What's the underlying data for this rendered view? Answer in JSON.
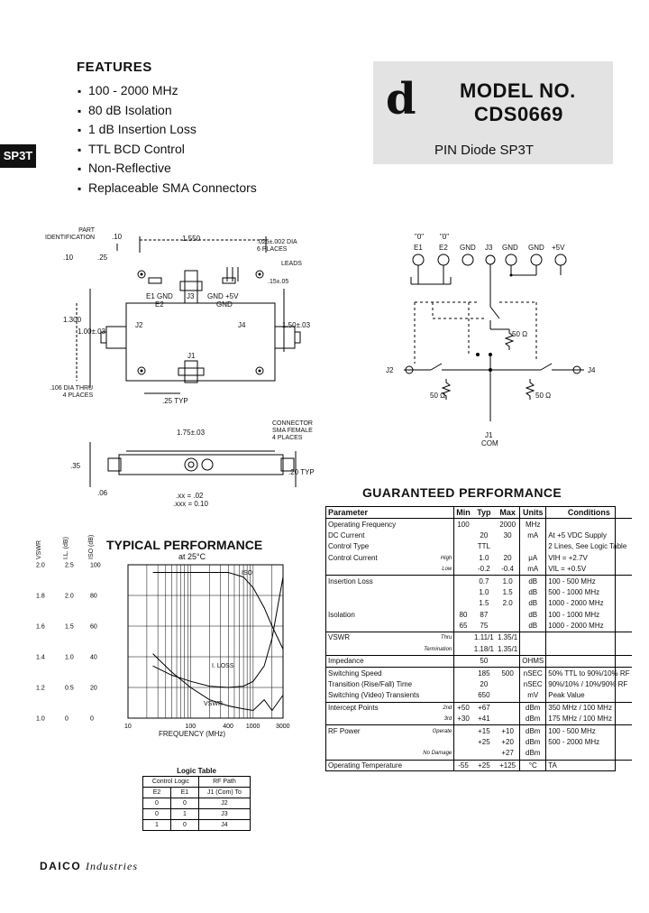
{
  "features": {
    "title": "FEATURES",
    "items": [
      "100 - 2000 MHz",
      "80 dB Isolation",
      "1 dB Insertion Loss",
      "TTL BCD Control",
      "Non-Reflective",
      "Replaceable SMA Connectors"
    ]
  },
  "side_tab": "SP3T",
  "model": {
    "logo": "d",
    "label": "MODEL NO.",
    "number": "CDS0669",
    "description": "PIN Diode SP3T"
  },
  "outline": {
    "part_id": "PART\nIDENTIFICATION",
    "d10": ".10",
    "d1550": "1.550",
    "dia": ".025±.002 DIA\n6 PLACES",
    "leads": "LEADS",
    "d15": ".15±.05",
    "d10b": ".10",
    "d25": ".25",
    "pins_left": "E1  GND",
    "e2": "E2",
    "j3": "J3",
    "gnd5v": "GND +5V",
    "gnd": "GND",
    "j2": "J2",
    "j4": "J4",
    "j1": "J1",
    "d1300": "1.300",
    "d100": "1.00±.03",
    "d150": "1.50±.03",
    "holes": ".106 DIA THRU\n4 PLACES",
    "d25typ": ".25 TYP",
    "d175": "1.75±.03",
    "connector": "CONNECTOR\nSMA FEMALE\n4 PLACES",
    "d35": ".35",
    "d20typ": ".20 TYP",
    "d06": ".06",
    "tol1": ".xx = .02",
    "tol2": ".xxx = 0.10"
  },
  "schematic": {
    "zero1": "\"0\"",
    "zero2": "\"0\"",
    "pins": [
      "E1",
      "E2",
      "GND",
      "J3",
      "GND",
      "GND",
      "+5V"
    ],
    "j2": "J2",
    "j4": "J4",
    "j1": "J1",
    "com": "COM",
    "r_top": "50 Ω",
    "r_left": "50 Ω",
    "r_right": "50 Ω"
  },
  "graph": {
    "title": "TYPICAL PERFORMANCE",
    "subtitle": "at 25°C",
    "axis_vswr": "VSWR",
    "axis_il": "I.L. (dB)",
    "axis_iso": "ISO (dB)",
    "vswr_ticks": [
      "2.0",
      "1.8",
      "1.6",
      "1.4",
      "1.2",
      "1.0"
    ],
    "il_ticks": [
      "2.5",
      "2.0",
      "1.5",
      "1.0",
      "0.5",
      "0"
    ],
    "iso_ticks": [
      "100",
      "80",
      "60",
      "40",
      "20",
      "0"
    ],
    "x_ticks": [
      "10",
      "100",
      "400",
      "1000",
      "3000"
    ],
    "xlabel": "FREQUENCY (MHz)",
    "label_iso": "ISO",
    "label_il": "I. LOSS",
    "label_vswr": "VSWR"
  },
  "chart_data": {
    "type": "line",
    "title": "TYPICAL PERFORMANCE",
    "subtitle": "at 25°C",
    "xlabel": "FREQUENCY (MHz)",
    "xscale": "log",
    "xlim": [
      10,
      3000
    ],
    "series": [
      {
        "name": "ISO",
        "axis": "ISO (dB)",
        "ylim": [
          0,
          100
        ],
        "x": [
          25,
          100,
          400,
          700,
          1000,
          1500,
          2000,
          3000
        ],
        "y": [
          95,
          95,
          95,
          92,
          85,
          72,
          60,
          45
        ]
      },
      {
        "name": "I. LOSS",
        "axis": "I.L. (dB)",
        "ylim": [
          0,
          2.5
        ],
        "x": [
          25,
          50,
          100,
          200,
          400,
          700,
          1000,
          1500,
          2000,
          3000
        ],
        "y": [
          0.85,
          0.7,
          0.6,
          0.52,
          0.5,
          0.52,
          0.6,
          0.85,
          1.3,
          2.3
        ]
      },
      {
        "name": "VSWR",
        "axis": "VSWR",
        "ylim": [
          1.0,
          2.0
        ],
        "x": [
          25,
          50,
          100,
          200,
          400,
          700,
          1000,
          1500,
          2000,
          3000
        ],
        "y": [
          1.42,
          1.3,
          1.2,
          1.12,
          1.08,
          1.06,
          1.05,
          1.12,
          1.05,
          1.15
        ]
      }
    ]
  },
  "performance": {
    "title": "GUARANTEED PERFORMANCE",
    "headers": [
      "Parameter",
      "",
      "Min",
      "Typ",
      "Max",
      "Units",
      "Conditions"
    ],
    "rows": [
      [
        "Operating Frequency",
        "",
        "100",
        "",
        "2000",
        "MHz",
        ""
      ],
      [
        "DC Current",
        "",
        "",
        "20",
        "30",
        "mA",
        "At +5 VDC Supply"
      ],
      [
        "Control Type",
        "",
        "",
        "TTL",
        "",
        "",
        "2 Lines, See Logic Table"
      ],
      [
        "Control Current",
        "High",
        "",
        "1.0",
        "20",
        "μA",
        "VIH = +2.7V"
      ],
      [
        "",
        "Low",
        "",
        "-0.2",
        "-0.4",
        "mA",
        "VIL = +0.5V"
      ],
      [
        "Insertion Loss",
        "",
        "",
        "0.7",
        "1.0",
        "dB",
        "100 - 500 MHz"
      ],
      [
        "",
        "",
        "",
        "1.0",
        "1.5",
        "dB",
        "500 - 1000 MHz"
      ],
      [
        "",
        "",
        "",
        "1.5",
        "2.0",
        "dB",
        "1000 - 2000 MHz"
      ],
      [
        "Isolation",
        "",
        "80",
        "87",
        "",
        "dB",
        "100 - 1000 MHz"
      ],
      [
        "",
        "",
        "65",
        "75",
        "",
        "dB",
        "1000 - 2000 MHz"
      ],
      [
        "VSWR",
        "Thru",
        "",
        "1.11/1",
        "1.35/1",
        "",
        ""
      ],
      [
        "",
        "Termination",
        "",
        "1.18/1",
        "1.35/1",
        "",
        ""
      ],
      [
        "Impedance",
        "",
        "",
        "50",
        "",
        "OHMS",
        ""
      ],
      [
        "Switching Speed",
        "",
        "",
        "185",
        "500",
        "nSEC",
        "50% TTL to 90%/10% RF"
      ],
      [
        "Transition (Rise/Fall) Time",
        "",
        "",
        "20",
        "",
        "nSEC",
        "90%/10% / 10%/90% RF"
      ],
      [
        "Switching (Video) Transients",
        "",
        "",
        "650",
        "",
        "mV",
        "Peak Value"
      ],
      [
        "Intercept Points",
        "2nd",
        "+50",
        "+67",
        "",
        "dBm",
        "350 MHz / 100 MHz"
      ],
      [
        "",
        "3rd",
        "+30",
        "+41",
        "",
        "dBm",
        "175 MHz / 100 MHz"
      ],
      [
        "RF Power",
        "Operate",
        "",
        "+15",
        "+10",
        "dBm",
        "100 - 500 MHz"
      ],
      [
        "",
        "",
        "",
        "+25",
        "+20",
        "dBm",
        "500 - 2000 MHz"
      ],
      [
        "",
        "No Damage",
        "",
        "",
        "+27",
        "dBm",
        ""
      ],
      [
        "Operating Temperature",
        "",
        "-55",
        "+25",
        "+125",
        "°C",
        "TA"
      ]
    ]
  },
  "logic_table": {
    "title": "Logic Table",
    "col1": "Control Logic",
    "col2": "RF Path",
    "sub": [
      "E2",
      "E1",
      "J1 (Com) To"
    ],
    "rows": [
      [
        "0",
        "0",
        "J2"
      ],
      [
        "0",
        "1",
        "J3"
      ],
      [
        "1",
        "0",
        "J4"
      ]
    ]
  },
  "footer": {
    "brand": "DAICO",
    "suffix": "Industries"
  }
}
